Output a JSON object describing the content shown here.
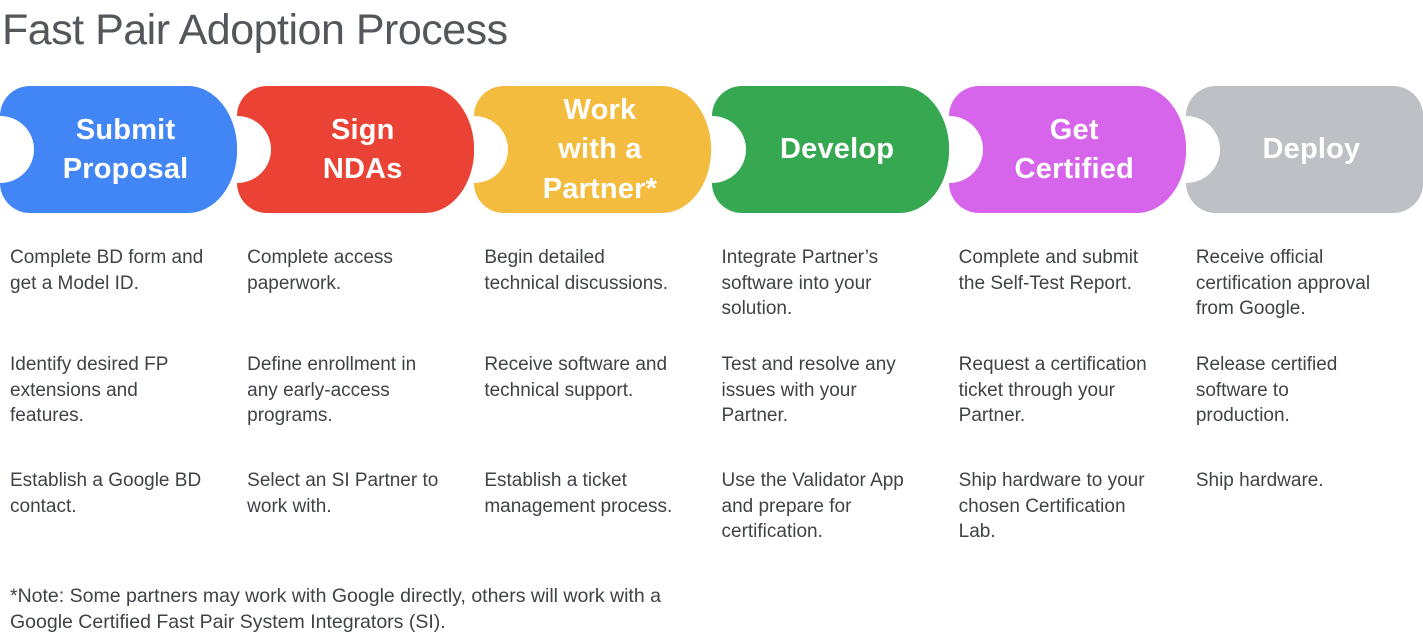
{
  "title": "Fast Pair Adoption Process",
  "note": "*Note: Some partners may work with Google directly, others will work with a\nGoogle Certified Fast Pair System Integrators (SI).",
  "stages": [
    {
      "label": "Submit\nProposal",
      "color": "#4285F4",
      "items": [
        "Complete BD form and\nget a Model ID.",
        "Identify desired FP\nextensions and\nfeatures.",
        "Establish a Google BD\ncontact."
      ]
    },
    {
      "label": "Sign\nNDAs",
      "color": "#EA4335",
      "items": [
        "Complete access\npaperwork.",
        "Define enrollment in\nany early-access\nprograms.",
        "Select an SI Partner to\nwork with."
      ]
    },
    {
      "label": "Work\nwith a\nPartner*",
      "color": "#F4BC3F",
      "items": [
        "Begin detailed\ntechnical discussions.",
        "Receive software and\ntechnical support.",
        "Establish a ticket\nmanagement process."
      ]
    },
    {
      "label": "Develop",
      "color": "#36A852",
      "items": [
        "Integrate Partner’s\nsoftware into your\nsolution.",
        "Test and resolve any\nissues with your\nPartner.",
        "Use the Validator App\nand prepare for\ncertification."
      ]
    },
    {
      "label": "Get\nCertified",
      "color": "#D765EC",
      "items": [
        "Complete and submit\nthe Self-Test Report.",
        "Request a certification\nticket through your\nPartner.",
        "Ship hardware to your\nchosen Certification\nLab."
      ]
    },
    {
      "label": "Deploy",
      "color": "#BDC1C6",
      "items": [
        "Receive official\ncertification approval\nfrom Google.",
        "Release certified\nsoftware to\nproduction.",
        "Ship hardware."
      ]
    }
  ]
}
